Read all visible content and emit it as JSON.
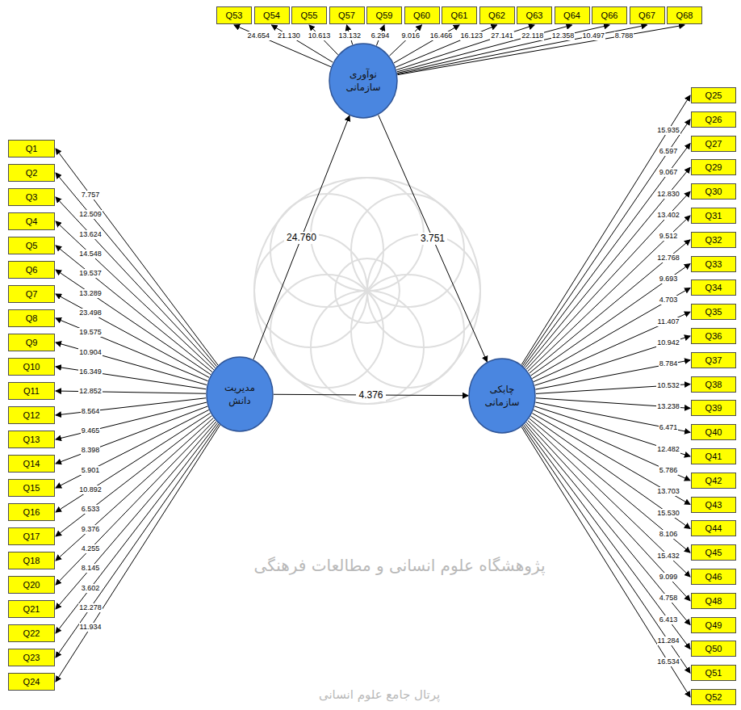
{
  "diagram": {
    "nodes": [
      {
        "text": [
          "Q53"
        ]
      },
      {
        "text": [
          "Q54"
        ]
      },
      {
        "text": [
          "Q55"
        ]
      },
      {
        "text": [
          "Q57"
        ]
      },
      {
        "text": [
          "Q59"
        ]
      },
      {
        "text": [
          "Q60"
        ]
      },
      {
        "text": [
          "Q61"
        ]
      },
      {
        "text": [
          "Q62"
        ]
      },
      {
        "text": [
          "Q63"
        ]
      },
      {
        "text": [
          "Q64"
        ]
      },
      {
        "text": [
          "Q66"
        ]
      },
      {
        "text": [
          "Q67"
        ]
      },
      {
        "text": [
          "Q68"
        ]
      },
      {
        "text": [
          "نوآوری سازمانی"
        ]
      },
      {
        "text": [
          "Q1"
        ]
      },
      {
        "text": [
          "Q2"
        ]
      },
      {
        "text": [
          "Q3"
        ]
      },
      {
        "text": [
          "Q4"
        ]
      },
      {
        "text": [
          "Q5"
        ]
      },
      {
        "text": [
          "Q6"
        ]
      },
      {
        "text": [
          "Q7"
        ]
      },
      {
        "text": [
          "Q8"
        ]
      },
      {
        "text": [
          "Q9"
        ]
      },
      {
        "text": [
          "Q10"
        ]
      },
      {
        "text": [
          "Q11"
        ]
      },
      {
        "text": [
          "Q12"
        ]
      },
      {
        "text": [
          "Q13"
        ]
      },
      {
        "text": [
          "Q14"
        ]
      },
      {
        "text": [
          "Q15"
        ]
      },
      {
        "text": [
          "Q16"
        ]
      },
      {
        "text": [
          "Q17"
        ]
      },
      {
        "text": [
          "Q18"
        ]
      },
      {
        "text": [
          "Q20"
        ]
      },
      {
        "text": [
          "Q21"
        ]
      },
      {
        "text": [
          "Q22"
        ]
      },
      {
        "text": [
          "Q23"
        ]
      },
      {
        "text": [
          "Q24"
        ]
      },
      {
        "text": [
          "مدیریت دانش"
        ]
      },
      {
        "text": [
          "چابکی سازمانی"
        ]
      },
      {
        "text": [
          "Q25"
        ]
      },
      {
        "text": [
          "Q26"
        ]
      },
      {
        "text": [
          "Q27"
        ]
      },
      {
        "text": [
          "Q29"
        ]
      },
      {
        "text": [
          "Q30"
        ]
      },
      {
        "text": [
          "Q31"
        ]
      },
      {
        "text": [
          "Q32"
        ]
      },
      {
        "text": [
          "Q33"
        ]
      },
      {
        "text": [
          "Q34"
        ]
      },
      {
        "text": [
          "Q35"
        ]
      },
      {
        "text": [
          "Q36"
        ]
      },
      {
        "text": [
          "Q37"
        ]
      },
      {
        "text": [
          "Q38"
        ]
      },
      {
        "text": [
          "Q39"
        ]
      },
      {
        "text": [
          "Q40"
        ]
      },
      {
        "text": [
          "Q41"
        ]
      },
      {
        "text": [
          "Q42"
        ]
      },
      {
        "text": [
          "Q43"
        ]
      },
      {
        "text": [
          "Q44"
        ]
      },
      {
        "text": [
          "Q45"
        ]
      },
      {
        "text": [
          "Q46"
        ]
      },
      {
        "text": [
          "Q48"
        ]
      },
      {
        "text": [
          "Q49"
        ]
      },
      {
        "text": [
          "Q50"
        ]
      },
      {
        "text": [
          "Q51"
        ]
      },
      {
        "text": [
          "Q52"
        ]
      }
    ],
    "edges": [
      {
        "from": 13,
        "to": 0,
        "arrow": "to",
        "label": "24.654"
      },
      {
        "from": 13,
        "to": 1,
        "arrow": "to",
        "label": "21.130"
      },
      {
        "from": 13,
        "to": 2,
        "arrow": "to",
        "label": "10.613"
      },
      {
        "from": 13,
        "to": 3,
        "arrow": "to",
        "label": "13.132"
      },
      {
        "from": 13,
        "to": 4,
        "arrow": "to",
        "label": "6.294"
      },
      {
        "from": 13,
        "to": 5,
        "arrow": "to",
        "label": "9.016"
      },
      {
        "from": 13,
        "to": 6,
        "arrow": "to",
        "label": "16.466"
      },
      {
        "from": 13,
        "to": 7,
        "arrow": "to",
        "label": "16.123"
      },
      {
        "from": 13,
        "to": 8,
        "arrow": "to",
        "label": "27.141"
      },
      {
        "from": 13,
        "to": 9,
        "arrow": "to",
        "label": "22.118"
      },
      {
        "from": 13,
        "to": 10,
        "arrow": "to",
        "label": "12.358"
      },
      {
        "from": 13,
        "to": 11,
        "arrow": "to",
        "label": "10.497"
      },
      {
        "from": 13,
        "to": 12,
        "arrow": "to",
        "label": "8.788"
      },
      {
        "from": 37,
        "to": 14,
        "arrow": "to",
        "label": "7.757"
      },
      {
        "from": 37,
        "to": 15,
        "arrow": "to",
        "label": "12.509"
      },
      {
        "from": 37,
        "to": 16,
        "arrow": "to",
        "label": "13.624"
      },
      {
        "from": 37,
        "to": 17,
        "arrow": "to",
        "label": "14.548"
      },
      {
        "from": 37,
        "to": 18,
        "arrow": "to",
        "label": "19.537"
      },
      {
        "from": 37,
        "to": 19,
        "arrow": "to",
        "label": "13.289"
      },
      {
        "from": 37,
        "to": 20,
        "arrow": "to",
        "label": "23.498"
      },
      {
        "from": 37,
        "to": 21,
        "arrow": "to",
        "label": "19.575"
      },
      {
        "from": 37,
        "to": 22,
        "arrow": "to",
        "label": "10.904"
      },
      {
        "from": 37,
        "to": 23,
        "arrow": "to",
        "label": "16.349"
      },
      {
        "from": 37,
        "to": 24,
        "arrow": "to",
        "label": "12.852"
      },
      {
        "from": 37,
        "to": 25,
        "arrow": "to",
        "label": "8.564"
      },
      {
        "from": 37,
        "to": 26,
        "arrow": "to",
        "label": "9.465"
      },
      {
        "from": 37,
        "to": 27,
        "arrow": "to",
        "label": "8.398"
      },
      {
        "from": 37,
        "to": 28,
        "arrow": "to",
        "label": "5.901"
      },
      {
        "from": 37,
        "to": 29,
        "arrow": "to",
        "label": "10.892"
      },
      {
        "from": 37,
        "to": 30,
        "arrow": "to",
        "label": "6.533"
      },
      {
        "from": 37,
        "to": 31,
        "arrow": "to",
        "label": "9.376"
      },
      {
        "from": 37,
        "to": 32,
        "arrow": "to",
        "label": "4.255"
      },
      {
        "from": 37,
        "to": 33,
        "arrow": "to",
        "label": "8.145"
      },
      {
        "from": 37,
        "to": 34,
        "arrow": "to",
        "label": "3.602"
      },
      {
        "from": 37,
        "to": 35,
        "arrow": "to",
        "label": "12.278"
      },
      {
        "from": 37,
        "to": 36,
        "arrow": "to",
        "label": "11.934"
      },
      {
        "from": 38,
        "to": 39,
        "arrow": "to",
        "label": "15.935"
      },
      {
        "from": 38,
        "to": 40,
        "arrow": "to",
        "label": "6.597"
      },
      {
        "from": 38,
        "to": 41,
        "arrow": "to",
        "label": "9.067"
      },
      {
        "from": 38,
        "to": 42,
        "arrow": "to",
        "label": "12.830"
      },
      {
        "from": 38,
        "to": 43,
        "arrow": "to",
        "label": "13.402"
      },
      {
        "from": 38,
        "to": 44,
        "arrow": "to",
        "label": "9.512"
      },
      {
        "from": 38,
        "to": 45,
        "arrow": "to",
        "label": "12.768"
      },
      {
        "from": 38,
        "to": 46,
        "arrow": "to",
        "label": "9.693"
      },
      {
        "from": 38,
        "to": 47,
        "arrow": "to",
        "label": "4.703"
      },
      {
        "from": 38,
        "to": 48,
        "arrow": "to",
        "label": "11.407"
      },
      {
        "from": 38,
        "to": 49,
        "arrow": "to",
        "label": "10.942"
      },
      {
        "from": 38,
        "to": 50,
        "arrow": "to",
        "label": "8.784"
      },
      {
        "from": 38,
        "to": 51,
        "arrow": "to",
        "label": "10.532"
      },
      {
        "from": 38,
        "to": 52,
        "arrow": "to",
        "label": "13.238"
      },
      {
        "from": 38,
        "to": 53,
        "arrow": "to",
        "label": "6.471"
      },
      {
        "from": 38,
        "to": 54,
        "arrow": "to",
        "label": "12.482"
      },
      {
        "from": 38,
        "to": 55,
        "arrow": "to",
        "label": "5.786"
      },
      {
        "from": 38,
        "to": 56,
        "arrow": "to",
        "label": "13.703"
      },
      {
        "from": 38,
        "to": 57,
        "arrow": "to",
        "label": "15.530"
      },
      {
        "from": 38,
        "to": 58,
        "arrow": "to",
        "label": "8.106"
      },
      {
        "from": 38,
        "to": 59,
        "arrow": "to",
        "label": "15.432"
      },
      {
        "from": 38,
        "to": 60,
        "arrow": "to",
        "label": "9.099"
      },
      {
        "from": 38,
        "to": 61,
        "arrow": "to",
        "label": "4.758"
      },
      {
        "from": 38,
        "to": 62,
        "arrow": "to",
        "label": "6.413"
      },
      {
        "from": 38,
        "to": 63,
        "arrow": "to",
        "label": "11.284"
      },
      {
        "from": 38,
        "to": 64,
        "arrow": "to",
        "label": "16.534"
      },
      {
        "from": 37,
        "to": 13,
        "arrow": "to",
        "label": "24.760"
      },
      {
        "from": 13,
        "to": 38,
        "arrow": "to",
        "label": "3.751"
      },
      {
        "from": 37,
        "to": 38,
        "arrow": "to",
        "label": "4.376"
      }
    ],
    "labels": [
      "پژوهشگاه علوم انسانی و مطالعات فرهنگی",
      "پرتال جامع علوم انسانی"
    ]
  }
}
